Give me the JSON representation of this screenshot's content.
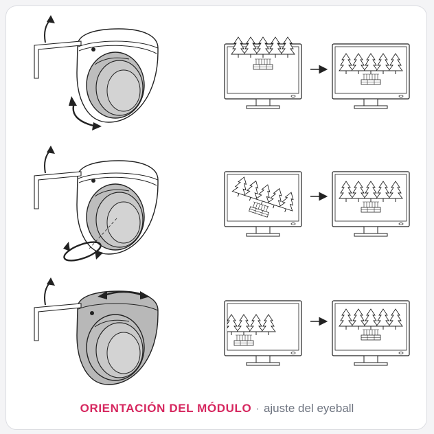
{
  "caption": {
    "title": "ORIENTACIÓN DEL MÓDULO",
    "separator": "·",
    "subtitle": "ajuste del eyeball"
  },
  "colors": {
    "accent": "#d6275f",
    "caption_gray": "#6e7480",
    "line": "#222222",
    "lens_fill": "#bdbdbd",
    "dome_fill": "#b8b8b8"
  },
  "icons": [
    "curved-arrow-icon",
    "double-arrow-icon",
    "rotate-arrow-icon",
    "horizontal-double-arrow-icon",
    "right-arrow-icon",
    "tree-icon",
    "monitor"
  ],
  "rows": [
    {
      "adjustment": "tilt"
    },
    {
      "adjustment": "rotation"
    },
    {
      "adjustment": "pan"
    }
  ]
}
